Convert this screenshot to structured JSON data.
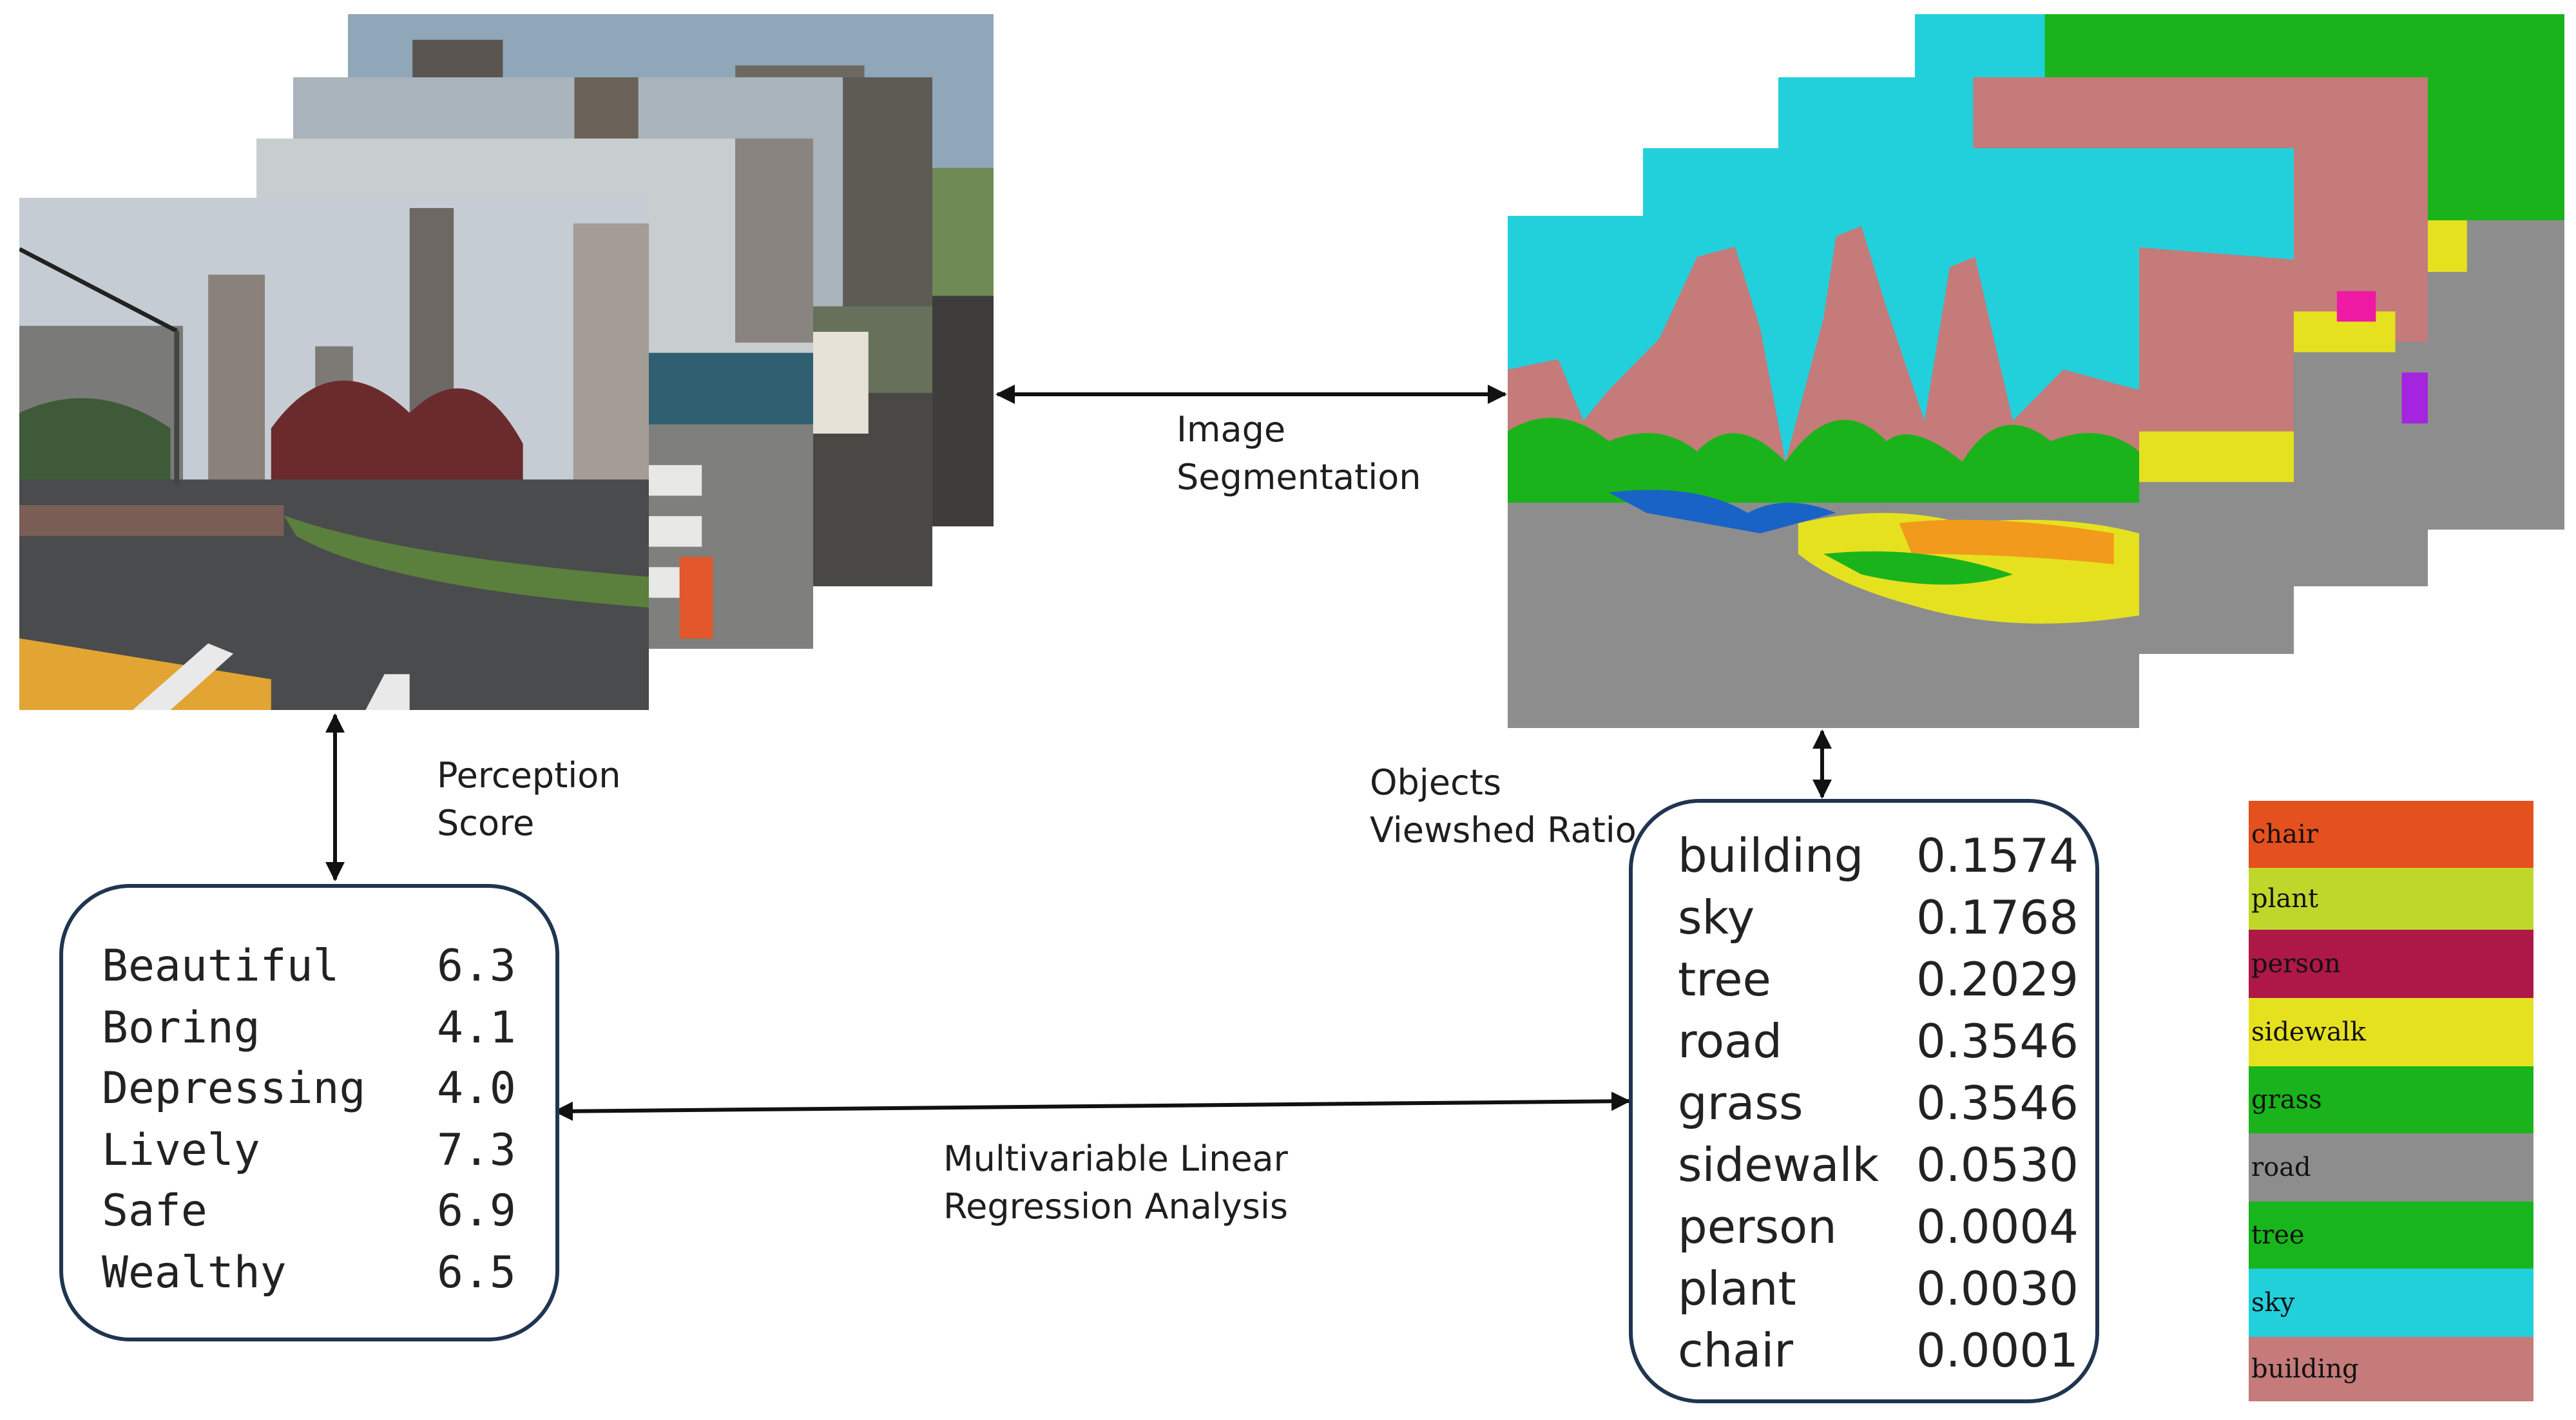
{
  "labels": {
    "image_segmentation": [
      "Image",
      "Segmentation"
    ],
    "perception_score": [
      "Perception",
      "Score"
    ],
    "objects_viewshed_ratio": [
      "Objects",
      "Viewshed Ratio"
    ],
    "regression": [
      "Multivariable Linear",
      "Regression Analysis"
    ]
  },
  "perception_scores": [
    {
      "name": "Beautiful",
      "value": "6.3"
    },
    {
      "name": "Boring",
      "value": "4.1"
    },
    {
      "name": "Depressing",
      "value": "4.0"
    },
    {
      "name": "Lively",
      "value": "7.3"
    },
    {
      "name": "Safe",
      "value": "6.9"
    },
    {
      "name": "Wealthy",
      "value": "6.5"
    }
  ],
  "object_ratios": [
    {
      "name": "building",
      "value": "0.1574"
    },
    {
      "name": "sky",
      "value": "0.1768"
    },
    {
      "name": "tree",
      "value": "0.2029"
    },
    {
      "name": "road",
      "value": "0.3546"
    },
    {
      "name": "grass",
      "value": "0.3546"
    },
    {
      "name": "sidewalk",
      "value": "0.0530"
    },
    {
      "name": "person",
      "value": "0.0004"
    },
    {
      "name": "plant",
      "value": "0.0030"
    },
    {
      "name": "chair",
      "value": "0.0001"
    }
  ],
  "legend": [
    {
      "name": "chair",
      "color": "#e4501e"
    },
    {
      "name": "plant",
      "color": "#bfd72b"
    },
    {
      "name": "person",
      "color": "#ad1846"
    },
    {
      "name": "sidewalk",
      "color": "#e6e11f"
    },
    {
      "name": "grass",
      "color": "#1ab31b"
    },
    {
      "name": "road",
      "color": "#8d8d8d"
    },
    {
      "name": "tree",
      "color": "#18b51c"
    },
    {
      "name": "sky",
      "color": "#22d0dc"
    },
    {
      "name": "building",
      "color": "#c47b79"
    }
  ],
  "colors": {
    "box_border": "#1f3550",
    "arrow": "#111111"
  }
}
